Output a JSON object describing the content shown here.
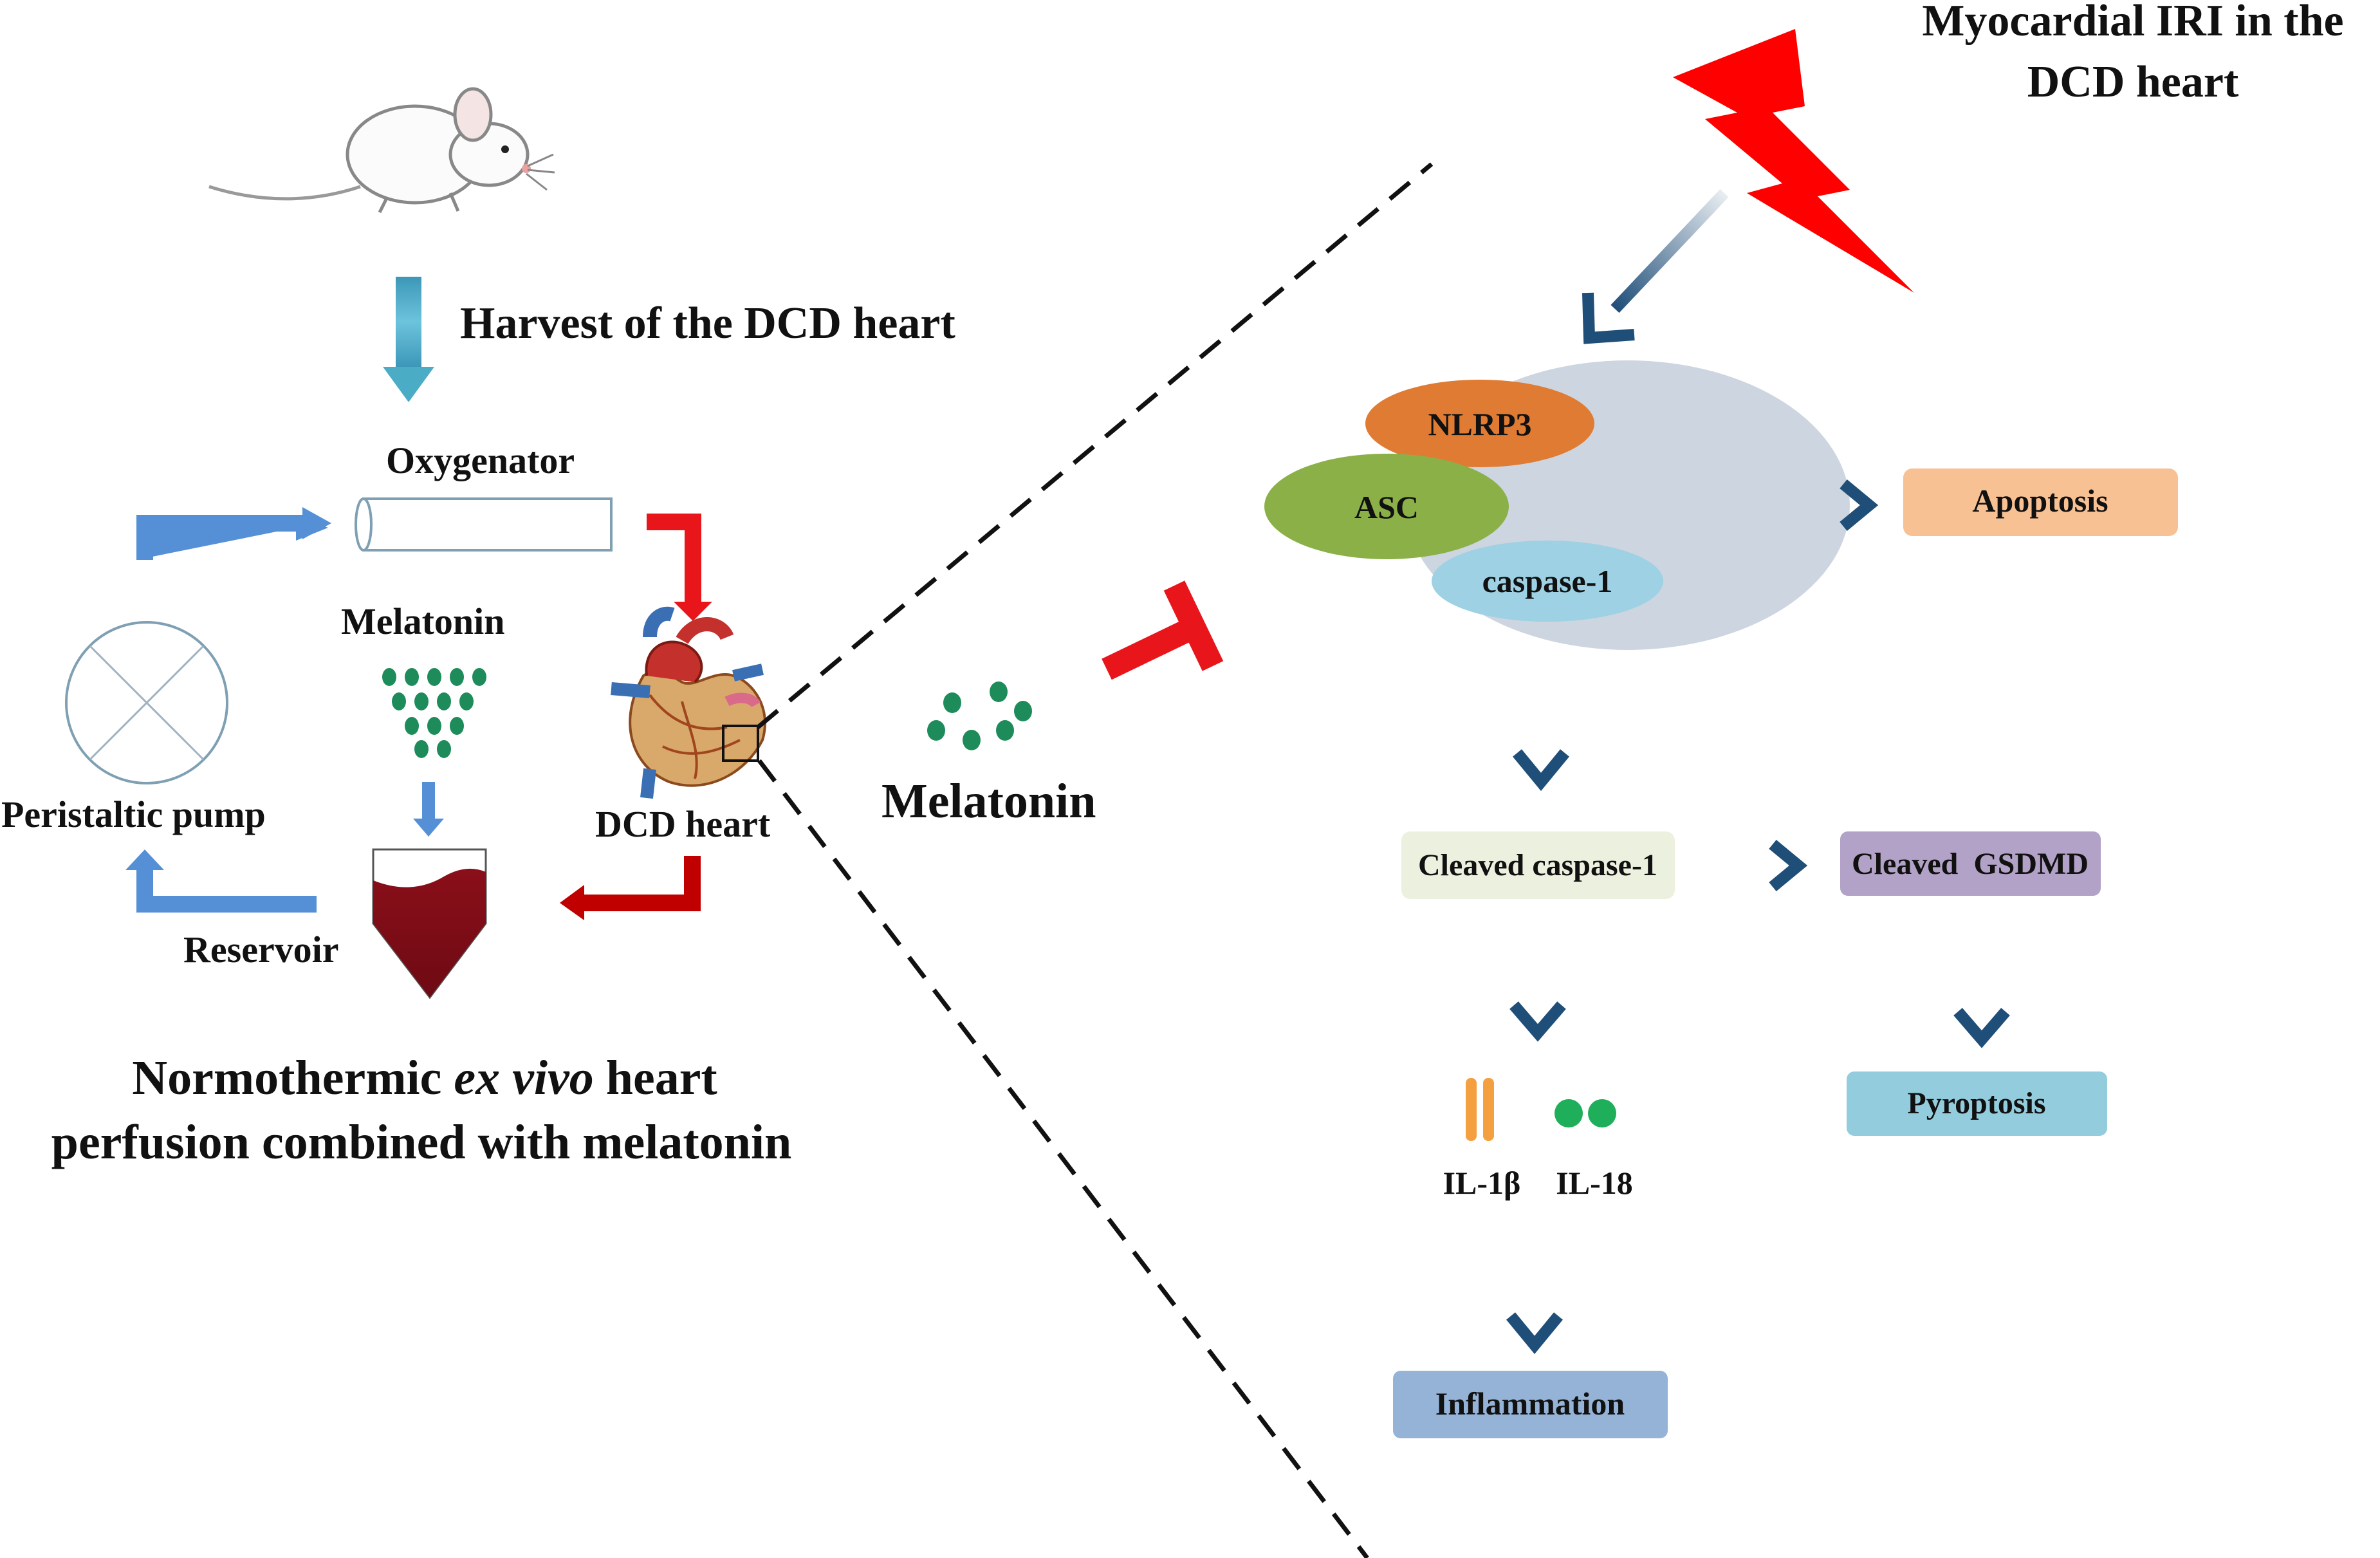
{
  "left_panel": {
    "harvest_label": "Harvest of the DCD heart",
    "oxygenator_label": "Oxygenator",
    "melatonin_label": "Melatonin",
    "pump_label": "Peristaltic pump",
    "heart_label": "DCD heart",
    "reservoir_label": "Reservoir",
    "caption_line1_pre": "Normothermic ",
    "caption_line1_italic": "ex vivo",
    "caption_line1_post": " heart",
    "caption_line2": "perfusion combined with melatonin"
  },
  "center": {
    "melatonin_label": "Melatonin"
  },
  "right_panel": {
    "title_line1": "Myocardial IRI in the",
    "title_line2": "DCD heart",
    "inflammasome": {
      "nlrp3": "NLRP3",
      "asc": "ASC",
      "caspase1": "caspase-1"
    },
    "apoptosis": "Apoptosis",
    "cleaved_caspase": "Cleaved caspase-1",
    "cleaved_gsdmd": "Cleaved  GSDMD",
    "pyroptosis": "Pyroptosis",
    "il1b": "IL-1β",
    "il18": "IL-18",
    "inflammation": "Inflammation"
  },
  "colors": {
    "teal_arrow": "#4bacc6",
    "blue_arrow": "#5590d6",
    "red_arrow": "#e8161b",
    "dark_red": "#c00000",
    "navy": "#1f4e79",
    "nlrp3": "#e07b33",
    "asc": "#8bb048",
    "caspase": "#9dd1e3",
    "inflammasome_bg": "#ccd5e0",
    "apoptosis": "#f8c194",
    "cleaved_caspase": "#ebf1de",
    "gsdmd": "#b3a2c7",
    "pyroptosis": "#93cddd",
    "inflammation": "#95b3d7",
    "melatonin_dot": "#1e8c5a"
  }
}
